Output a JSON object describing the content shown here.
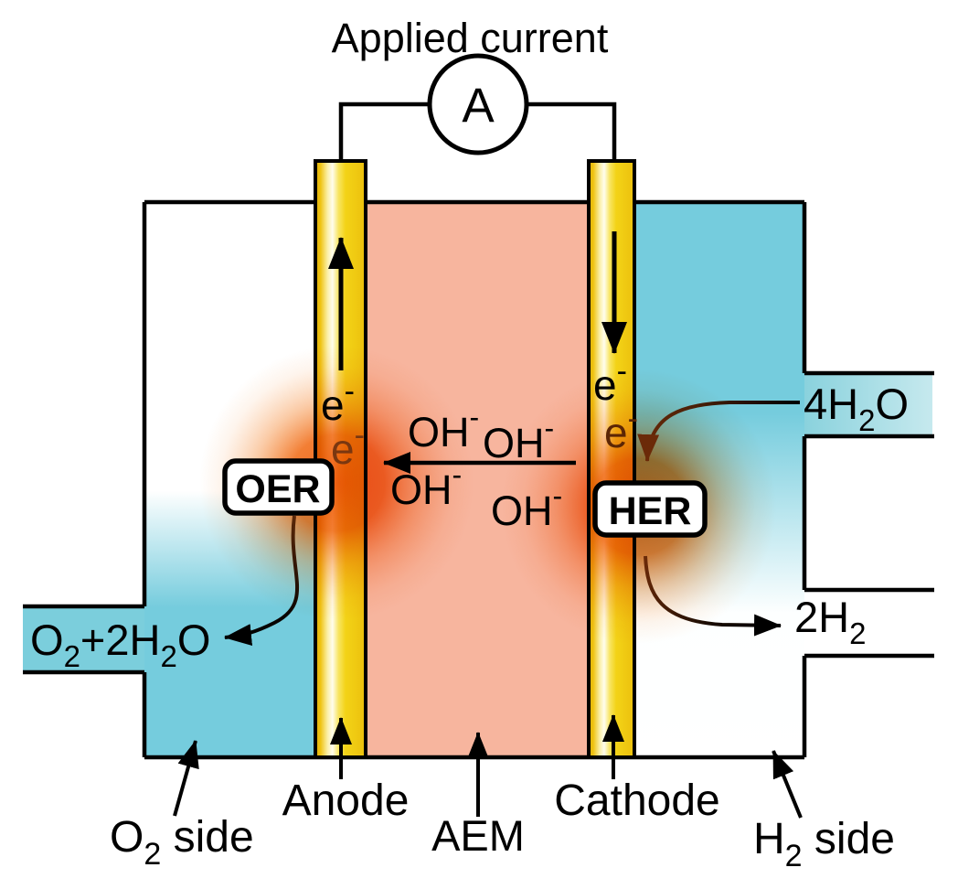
{
  "figure": {
    "description": "AEM water electrolysis cell schematic",
    "title": "Applied current",
    "ammeter_label": "A"
  },
  "membrane": {
    "oh_ion": {
      "base": "OH",
      "sup": "-"
    }
  },
  "electrodes": {
    "electron": {
      "base": "e",
      "sup": "-"
    },
    "anode_label": "Anode",
    "cathode_label": "Cathode",
    "membrane_label": "AEM"
  },
  "reactions": {
    "oer_label": "OER",
    "her_label": "HER"
  },
  "species": {
    "water_in": {
      "p1": "4H",
      "sub1": "2",
      "p2": "O"
    },
    "hydrogen_out": {
      "p1": "2H",
      "sub1": "2"
    },
    "oxygen_out": {
      "p1": "O",
      "sub1": "2",
      "p2": "+2H",
      "sub2": "2",
      "p3": "O"
    }
  },
  "sides": {
    "o2_side": {
      "p1": "O",
      "sub1": "2",
      "p2": " side"
    },
    "h2_side": {
      "p1": "H",
      "sub1": "2",
      "p2": " side"
    }
  },
  "colors": {
    "membrane_salmon": "#F7B59E",
    "electrode_gold": "#F2CE11",
    "electrode_edge": "#E6B70B",
    "electrode_highlight": "#FFFDEE",
    "electrolyte_cyan": "#75CCDD",
    "glow_orange": "#F1661C",
    "outline_black": "#000000",
    "electron_brown": "#7A3710",
    "arrow_maroon": "#6B2A08"
  }
}
